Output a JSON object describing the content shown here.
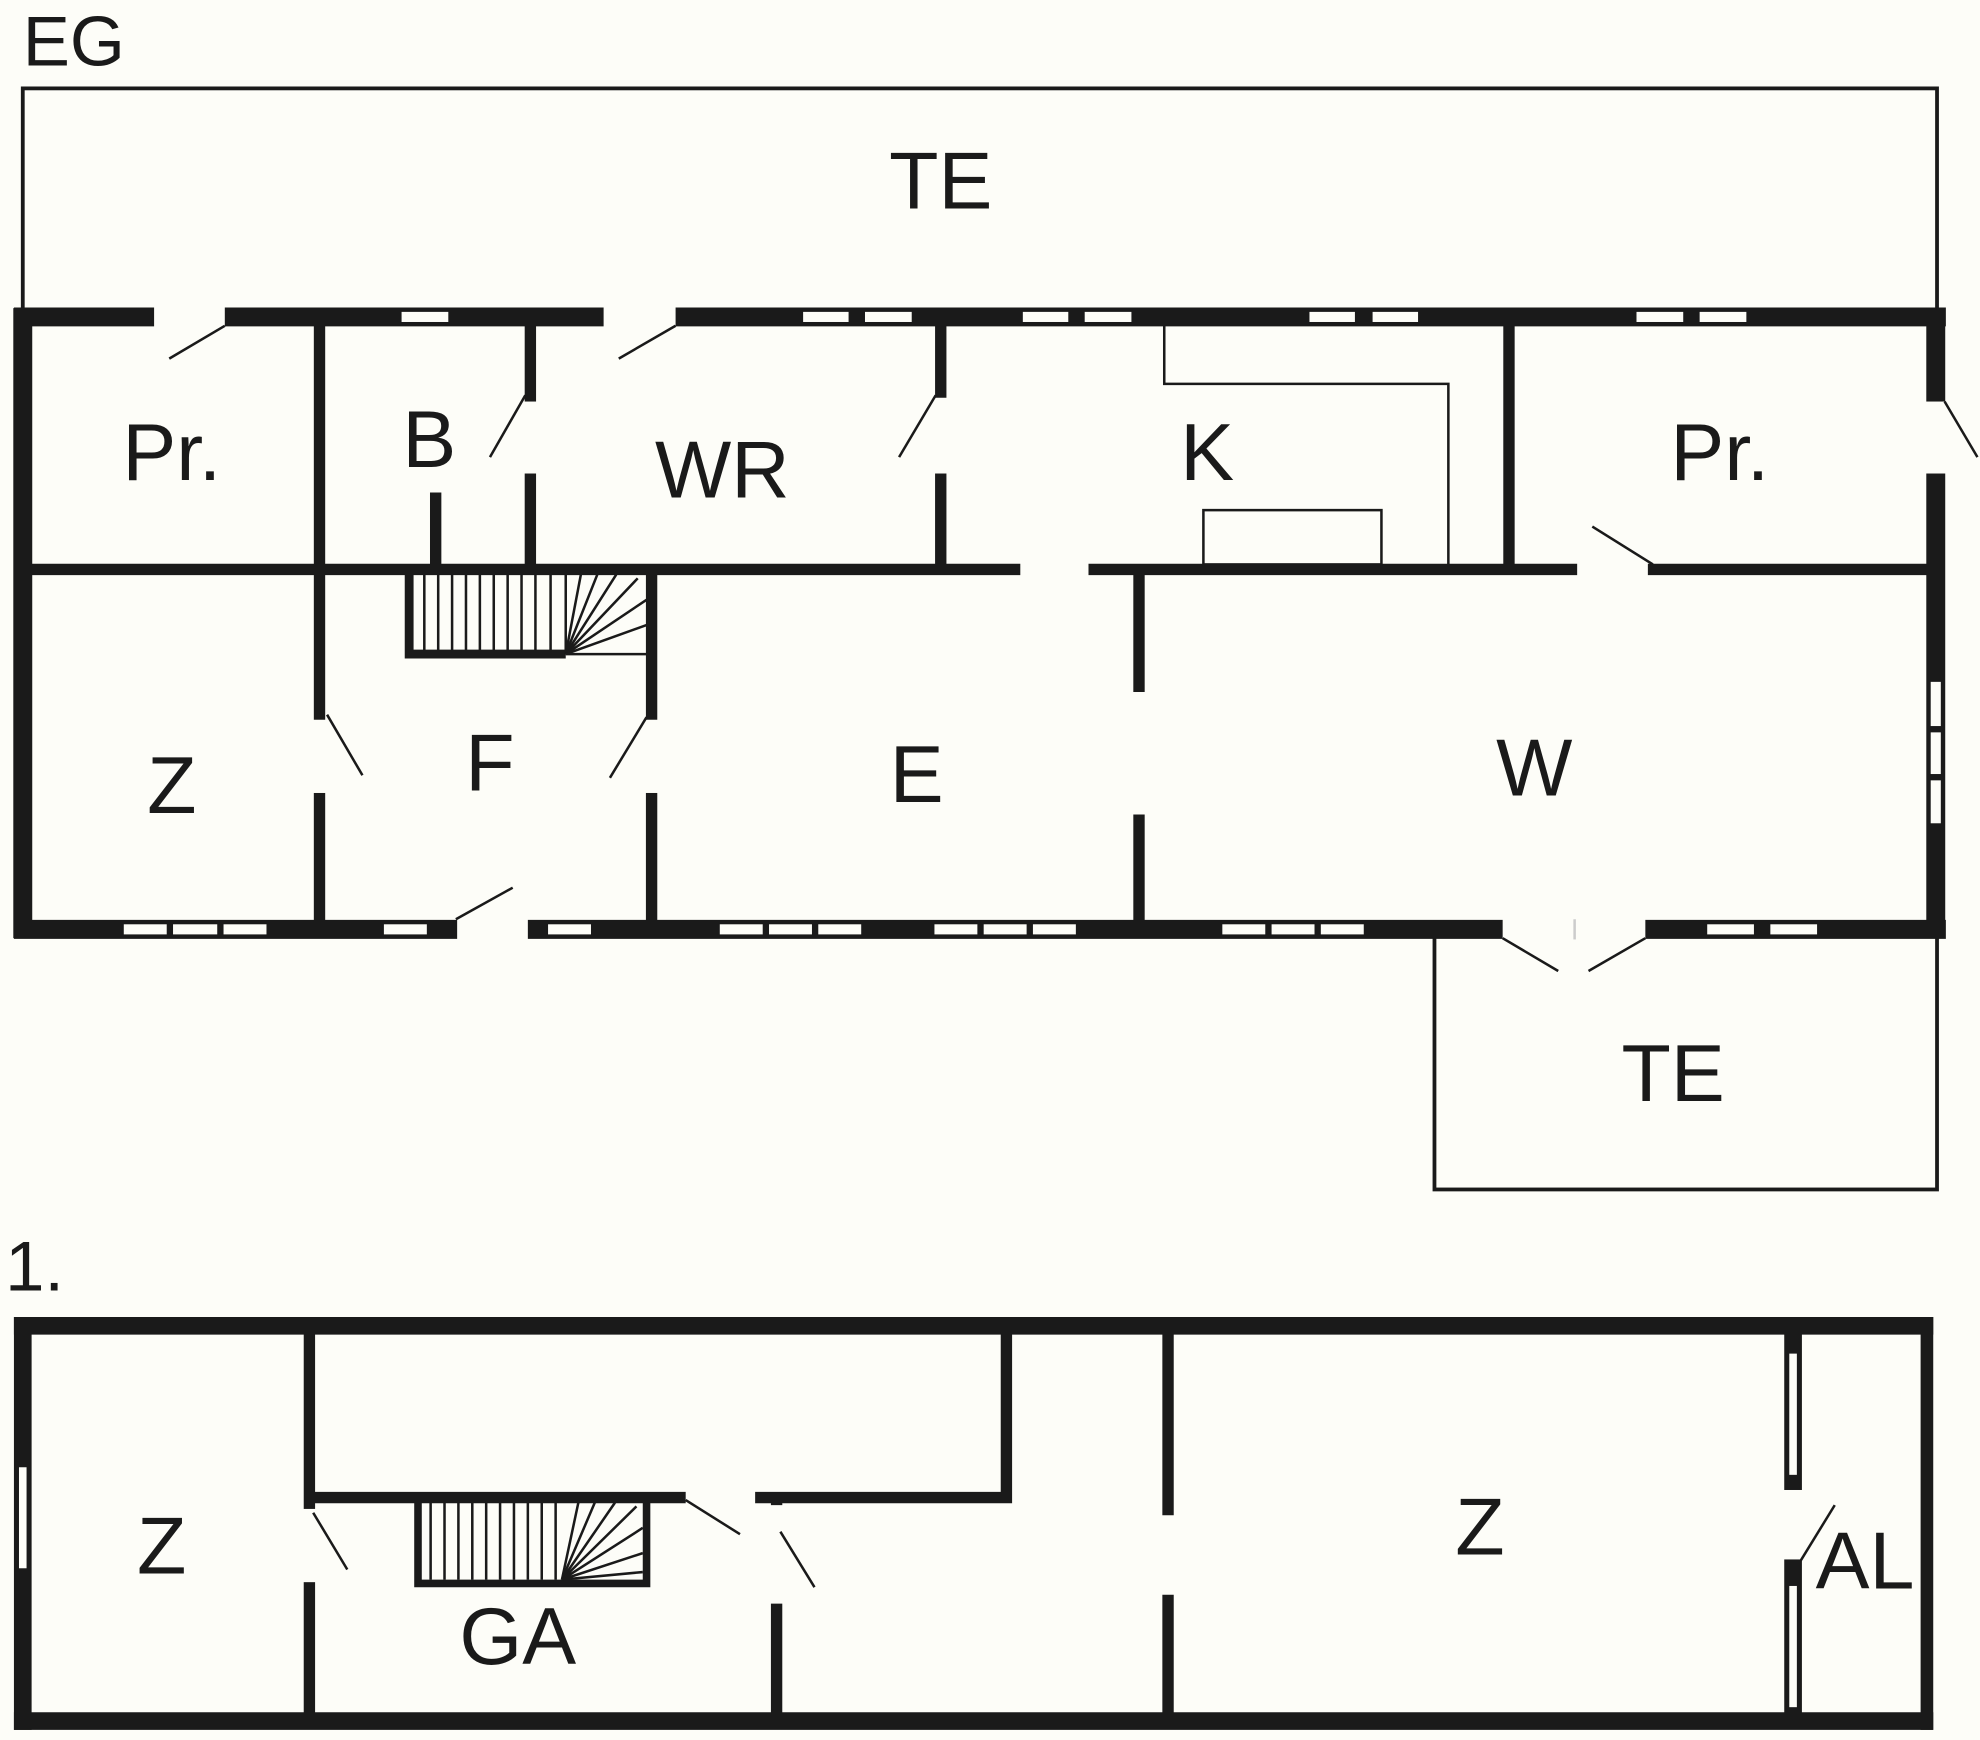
{
  "floors": [
    {
      "name": "EG",
      "rooms": {
        "terrace_top": "TE",
        "pantry_left": "Pr.",
        "bath": "B",
        "wr": "WR",
        "kitchen": "K",
        "pantry_right": "Pr.",
        "room_z": "Z",
        "hall_f": "F",
        "dining_e": "E",
        "living_w": "W",
        "terrace_bottom": "TE"
      }
    },
    {
      "name": "1.",
      "rooms": {
        "room_z_left": "Z",
        "gallery": "GA",
        "room_z_right": "Z",
        "alcove": "AL"
      }
    }
  ]
}
